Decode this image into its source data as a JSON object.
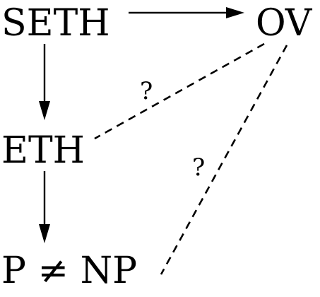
{
  "nodes": {
    "seth": "SETH",
    "ov": "OV",
    "eth": "ETH",
    "pnp": "P ≠ NP"
  },
  "edges": {
    "seth_to_ov": {
      "from": "SETH",
      "to": "OV",
      "style": "solid",
      "directed": true
    },
    "seth_to_eth": {
      "from": "SETH",
      "to": "ETH",
      "style": "solid",
      "directed": true
    },
    "eth_to_pnp": {
      "from": "ETH",
      "to": "P ≠ NP",
      "style": "solid",
      "directed": true
    },
    "ov_eth": {
      "from": "OV",
      "to": "ETH",
      "style": "dashed",
      "directed": false,
      "label": "?"
    },
    "ov_pnp": {
      "from": "OV",
      "to": "P ≠ NP",
      "style": "dashed",
      "directed": false,
      "label": "?"
    }
  }
}
